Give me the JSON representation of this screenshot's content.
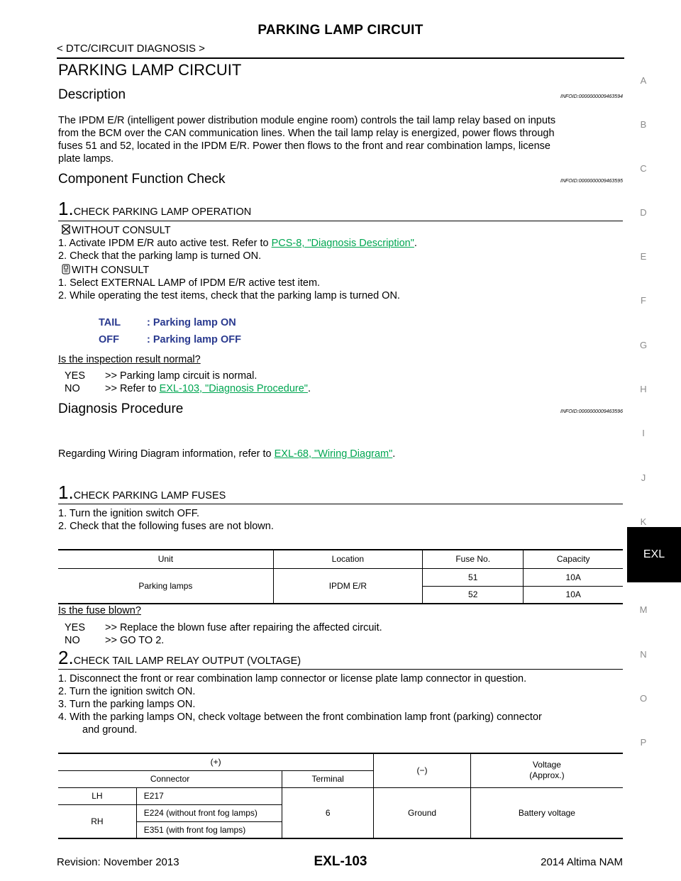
{
  "header": {
    "title": "PARKING LAMP CIRCUIT",
    "section": "< DTC/CIRCUIT DIAGNOSIS >"
  },
  "page_heading": "PARKING LAMP CIRCUIT",
  "description": {
    "heading": "Description",
    "infoid": "INFOID:0000000009463594",
    "lines": [
      "The IPDM E/R (intelligent power distribution module engine room) controls the tail lamp relay based on inputs",
      "from the BCM over the CAN communication lines. When the tail lamp relay is energized, power flows through",
      "fuses 51 and 52, located in the IPDM E/R. Power then flows to the front and rear combination lamps, license",
      "plate lamps."
    ]
  },
  "component_check": {
    "heading": "Component Function Check",
    "infoid": "INFOID:0000000009463595",
    "step_num": "1.",
    "step_title": "CHECK PARKING LAMP OPERATION",
    "without_consult": "WITHOUT CONSULT",
    "wo_item1_pre": "1.   Activate IPDM E/R auto active test. Refer to ",
    "wo_item1_link": "PCS-8, \"Diagnosis Description\"",
    "wo_item1_post": ".",
    "wo_item2": "2.   Check that the parking lamp is turned ON.",
    "with_consult": "WITH CONSULT",
    "w_item1": "1.   Select EXTERNAL LAMP of IPDM E/R active test item.",
    "w_item2": "2.   While operating the test items, check that the parking lamp is turned ON.",
    "tail_label": "TAIL",
    "tail_value": ": Parking lamp ON",
    "off_label": "OFF",
    "off_value": ": Parking lamp OFF",
    "question": "Is the inspection result normal?",
    "yes_label": "YES",
    "yes_text": ">> Parking lamp circuit is normal.",
    "no_label": "NO",
    "no_pre": ">> Refer to ",
    "no_link": "EXL-103, \"Diagnosis Procedure\"",
    "no_post": "."
  },
  "diagnosis": {
    "heading": "Diagnosis Procedure",
    "infoid": "INFOID:0000000009463596",
    "wiring_pre": "Regarding Wiring Diagram information, refer to ",
    "wiring_link": "EXL-68, \"Wiring Diagram\"",
    "wiring_post": ".",
    "step1_num": "1.",
    "step1_title": "CHECK PARKING LAMP FUSES",
    "s1_item1": "1.   Turn the ignition switch OFF.",
    "s1_item2": "2.   Check that the following fuses are not blown.",
    "fuse_table": {
      "headers": [
        "Unit",
        "Location",
        "Fuse No.",
        "Capacity"
      ],
      "unit": "Parking lamps",
      "location": "IPDM  E/R",
      "rows": [
        {
          "fuse": "51",
          "capacity": "10A"
        },
        {
          "fuse": "52",
          "capacity": "10A"
        }
      ]
    },
    "q1": "Is the fuse blown?",
    "q1_yes_label": "YES",
    "q1_yes": ">> Replace the blown fuse after repairing the affected circuit.",
    "q1_no_label": "NO",
    "q1_no": ">> GO TO 2.",
    "step2_num": "2.",
    "step2_title": "CHECK TAIL LAMP RELAY OUTPUT (VOLTAGE)",
    "s2_item1": "1.   Disconnect the front or rear combination lamp connector or license plate lamp connector in question.",
    "s2_item2": "2.   Turn the ignition switch ON.",
    "s2_item3": "3.   Turn the parking lamps ON.",
    "s2_item4a": "4.   With the parking lamps ON, check voltage between the front combination lamp front (parking) connector",
    "s2_item4b": "and ground.",
    "volt_table": {
      "plus": "(+)",
      "minus": "(−)",
      "voltage": "Voltage",
      "approx": "(Approx.)",
      "connector": "Connector",
      "terminal": "Terminal",
      "lh": "LH",
      "lh_conn": "E217",
      "rh": "RH",
      "rh_conn1": "E224 (without front fog lamps)",
      "rh_conn2": "E351 (with front fog lamps)",
      "terminal_val": "6",
      "ground": "Ground",
      "battery": "Battery voltage"
    }
  },
  "side_index": [
    "A",
    "B",
    "C",
    "D",
    "E",
    "F",
    "G",
    "H",
    "I",
    "J",
    "K",
    "M",
    "N",
    "O",
    "P"
  ],
  "side_tab": "EXL",
  "footer": {
    "revision": "Revision: November 2013",
    "page": "EXL-103",
    "model": "2014 Altima NAM"
  }
}
